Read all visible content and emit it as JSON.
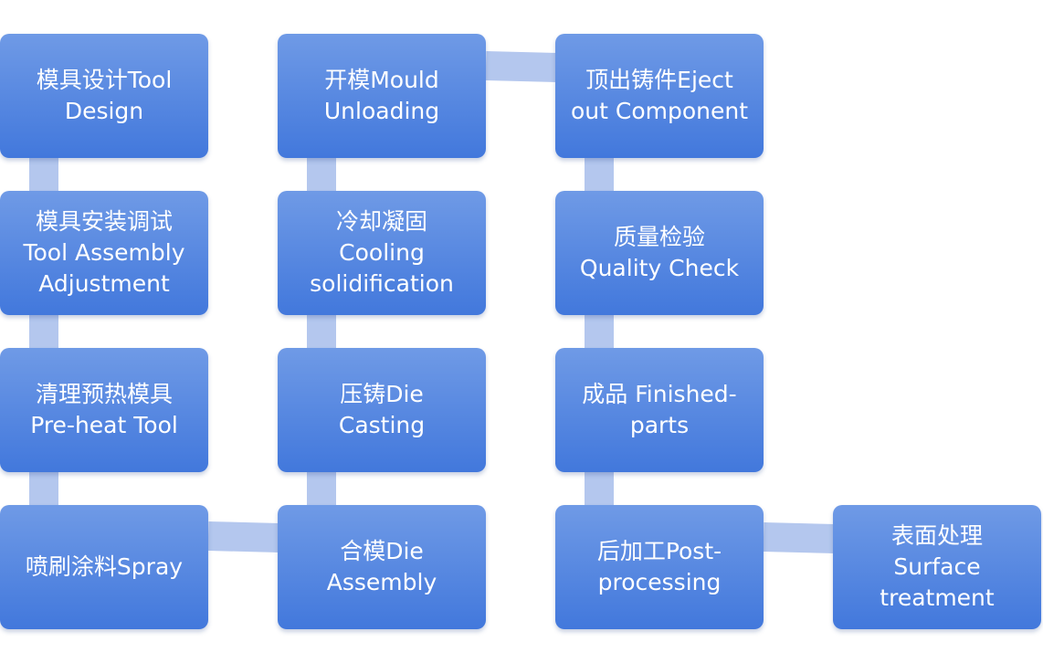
{
  "colors": {
    "box_top": "#6f9ae6",
    "box_bottom": "#4278dc",
    "connector": "#b4c7ee",
    "text": "#ffffff"
  },
  "steps": [
    {
      "label": "模具设计Tool\nDesign"
    },
    {
      "label": "模具安装调试\nTool Assembly\nAdjustment"
    },
    {
      "label": "清理预热模具\nPre-heat Tool"
    },
    {
      "label": "喷刷涂料Spray"
    },
    {
      "label": "合模Die\nAssembly"
    },
    {
      "label": "压铸Die\nCasting"
    },
    {
      "label": "冷却凝固\nCooling\nsolidification"
    },
    {
      "label": "开模Mould\nUnloading"
    },
    {
      "label": "顶出铸件Eject\nout Component"
    },
    {
      "label": "质量检验\nQuality Check"
    },
    {
      "label": "成品 Finished-\nparts"
    },
    {
      "label": "后加工Post-\nprocessing"
    },
    {
      "label": "表面处理\nSurface\ntreatment"
    }
  ]
}
